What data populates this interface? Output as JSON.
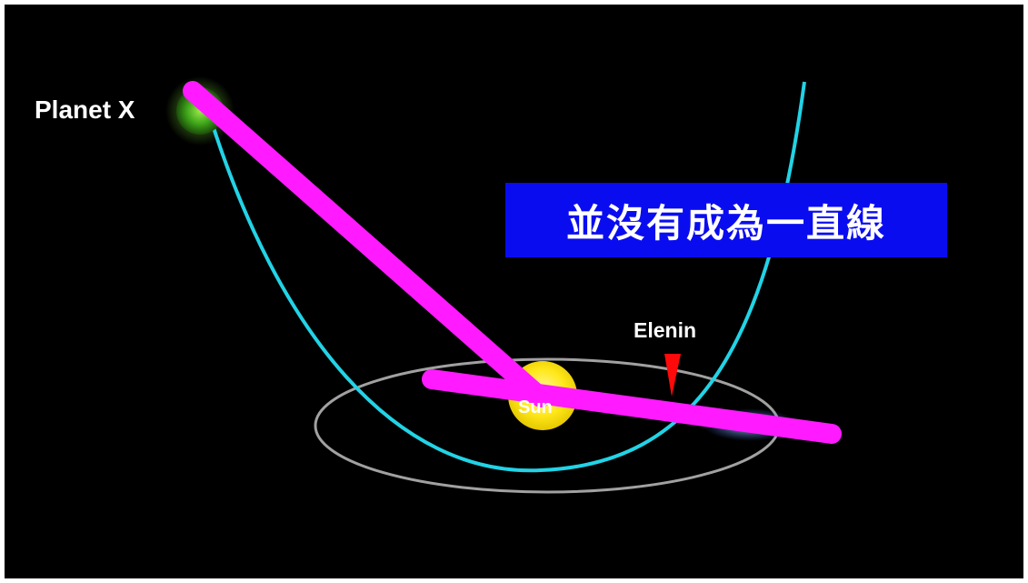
{
  "labels": {
    "planet_x": "Planet X",
    "elenin": "Elenin",
    "sun": "Sun",
    "banner_text": "並沒有成為一直線"
  },
  "colors": {
    "background": "#000000",
    "orbit_ellipse": "#bdbdbd",
    "parabola_path": "#22d3e6",
    "alignment_lines": "#ff1aff",
    "sun": "#ffef1a",
    "planet_x": "#48b81e",
    "marker": "#ff0a0a",
    "banner": "#0a0cf0"
  },
  "icons": {
    "sun": "sun-icon",
    "planet_x": "planet-icon",
    "elenin": "comet-icon",
    "marker": "red-triangle-marker-icon"
  }
}
